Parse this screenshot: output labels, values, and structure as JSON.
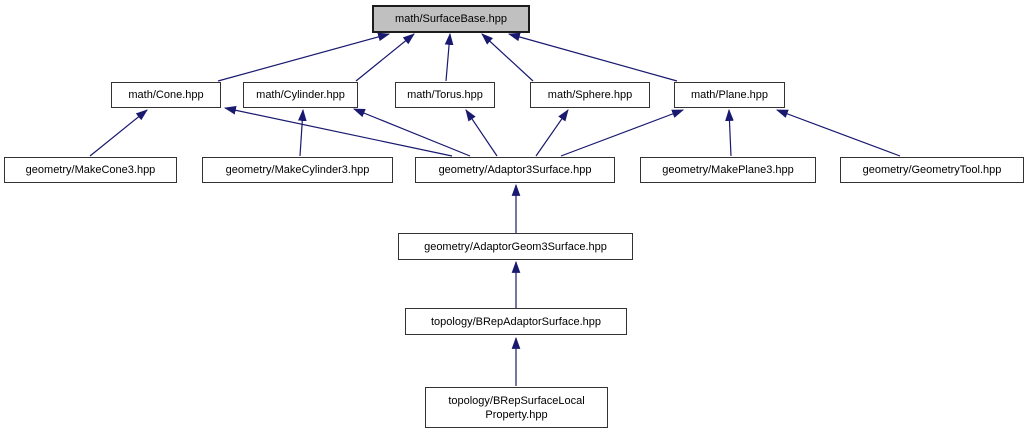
{
  "diagram": {
    "type": "include-dependency-graph",
    "arrow_color": "#191970",
    "node_border_color": "#333333",
    "highlight_fill": "#c0c0c0",
    "background_color": "#ffffff",
    "nodes": [
      {
        "id": "surface-base",
        "label": "math/SurfaceBase.hpp",
        "highlighted": true
      },
      {
        "id": "cone",
        "label": "math/Cone.hpp",
        "highlighted": false
      },
      {
        "id": "cylinder",
        "label": "math/Cylinder.hpp",
        "highlighted": false
      },
      {
        "id": "torus",
        "label": "math/Torus.hpp",
        "highlighted": false
      },
      {
        "id": "sphere",
        "label": "math/Sphere.hpp",
        "highlighted": false
      },
      {
        "id": "plane",
        "label": "math/Plane.hpp",
        "highlighted": false
      },
      {
        "id": "make-cone3",
        "label": "geometry/MakeCone3.hpp",
        "highlighted": false
      },
      {
        "id": "make-cylinder3",
        "label": "geometry/MakeCylinder3.hpp",
        "highlighted": false
      },
      {
        "id": "adaptor3-surface",
        "label": "geometry/Adaptor3Surface.hpp",
        "highlighted": false
      },
      {
        "id": "make-plane3",
        "label": "geometry/MakePlane3.hpp",
        "highlighted": false
      },
      {
        "id": "geometry-tool",
        "label": "geometry/GeometryTool.hpp",
        "highlighted": false
      },
      {
        "id": "adaptor-geom3-surface",
        "label": "geometry/AdaptorGeom3Surface.hpp",
        "highlighted": false
      },
      {
        "id": "brep-adaptor-surface",
        "label": "topology/BRepAdaptorSurface.hpp",
        "highlighted": false
      },
      {
        "id": "brep-surface-local-property",
        "label": "topology/BRepSurfaceLocal\nProperty.hpp",
        "highlighted": false
      }
    ],
    "edges": [
      {
        "from": "cone",
        "to": "surface-base"
      },
      {
        "from": "cylinder",
        "to": "surface-base"
      },
      {
        "from": "torus",
        "to": "surface-base"
      },
      {
        "from": "sphere",
        "to": "surface-base"
      },
      {
        "from": "plane",
        "to": "surface-base"
      },
      {
        "from": "make-cone3",
        "to": "cone"
      },
      {
        "from": "adaptor3-surface",
        "to": "cone"
      },
      {
        "from": "make-cylinder3",
        "to": "cylinder"
      },
      {
        "from": "adaptor3-surface",
        "to": "cylinder"
      },
      {
        "from": "adaptor3-surface",
        "to": "torus"
      },
      {
        "from": "adaptor3-surface",
        "to": "sphere"
      },
      {
        "from": "adaptor3-surface",
        "to": "plane"
      },
      {
        "from": "make-plane3",
        "to": "plane"
      },
      {
        "from": "geometry-tool",
        "to": "plane"
      },
      {
        "from": "adaptor-geom3-surface",
        "to": "adaptor3-surface"
      },
      {
        "from": "brep-adaptor-surface",
        "to": "adaptor-geom3-surface"
      },
      {
        "from": "brep-surface-local-property",
        "to": "brep-adaptor-surface"
      }
    ]
  }
}
